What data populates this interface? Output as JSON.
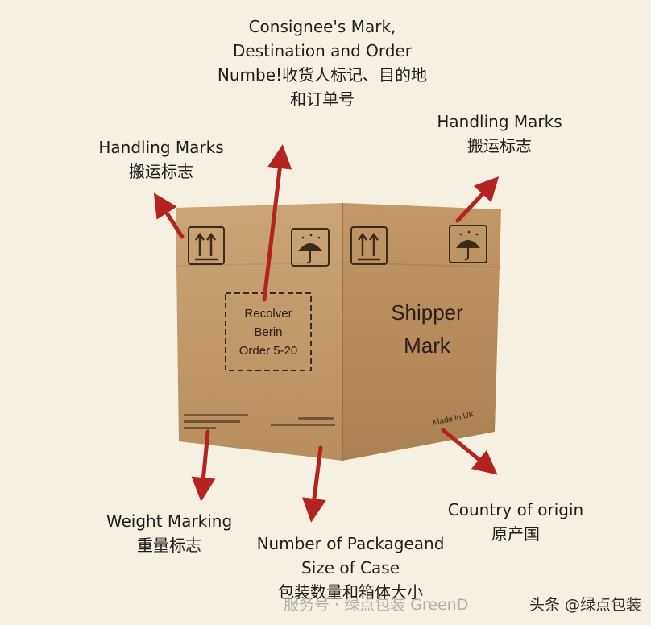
{
  "labels": {
    "consignee": {
      "line1": "Consignee's Mark,",
      "line2": "Destination and Order",
      "line3": "Numbe!收货人标记、目的地",
      "line4": "和订单号"
    },
    "handling_left": {
      "en": "Handling Marks",
      "zh": "搬运标志"
    },
    "handling_right": {
      "en": "Handling Marks",
      "zh": "搬运标志"
    },
    "weight": {
      "en": "Weight Marking",
      "zh": "重量标志"
    },
    "packages": {
      "line1": "Number of Packageand",
      "line2": "Size of Case",
      "line3": "包装数量和箱体大小"
    },
    "origin": {
      "en": "Country of origin",
      "zh": "原产国"
    }
  },
  "box": {
    "dashed_mark": {
      "line1": "Recolver",
      "line2": "Berin",
      "line3": "Order 5-20"
    },
    "shipper_mark": {
      "line1": "Shipper",
      "line2": "Mark"
    },
    "made_in": "Made in UK"
  },
  "footer": {
    "watermark": "服务号 · 绿点包装 GreenD",
    "credit": "头条 @绿点包装"
  },
  "colors": {
    "background": "#f6f0e2",
    "arrow": "#b3231f",
    "box_front": "#c69d6b",
    "box_side": "#b78c5c",
    "box_top": "#d2ab7a"
  },
  "icons": [
    "this-way-up-icon",
    "keep-dry-umbrella-icon"
  ]
}
